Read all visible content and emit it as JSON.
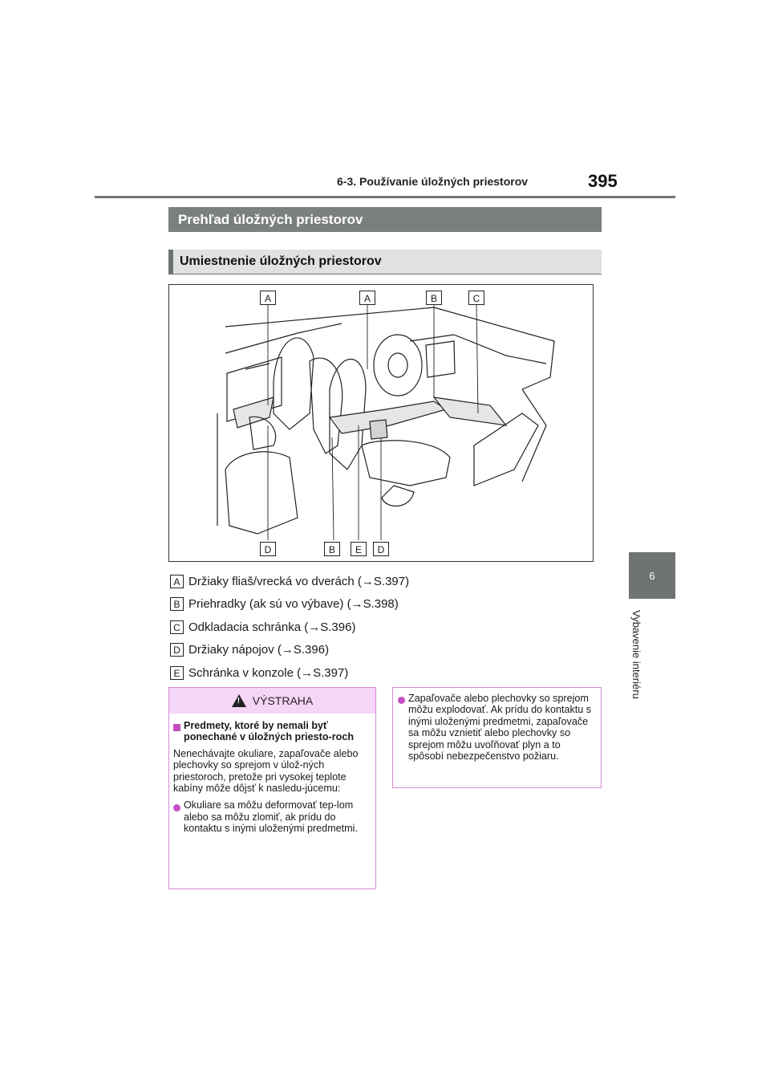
{
  "header": {
    "section": "6-3. Používanie úložných priestorov",
    "page_number": "395"
  },
  "side_tab": {
    "number": "6",
    "label": "Vybavenie interiéru"
  },
  "headings": {
    "main": "Prehľad úložných priestorov",
    "sub": "Umiestnenie úložných priestorov"
  },
  "figure": {
    "top_callouts": [
      "A",
      "A",
      "B",
      "C"
    ],
    "bottom_callouts": [
      "D",
      "B",
      "E",
      "D"
    ]
  },
  "legend": [
    {
      "key": "A",
      "text": "Držiaky fliaš/vrecká vo dverách (→S.397)"
    },
    {
      "key": "B",
      "text": "Priehradky (ak sú vo výbave) (→S.398)"
    },
    {
      "key": "C",
      "text": "Odkladacia schránka (→S.396)"
    },
    {
      "key": "D",
      "text": "Držiaky nápojov (→S.396)"
    },
    {
      "key": "E",
      "text": "Schránka v konzole (→S.397)"
    }
  ],
  "warning": {
    "title": "VÝSTRAHA",
    "subtitle": "Predmety, ktoré by nemali byť ponechané v úložných priesto-roch",
    "paragraph": "Nenechávajte okuliare, zapaľovače alebo plechovky so sprejom v úlož-ných priestoroch, pretože pri vysokej teplote kabíny môže dôjsť k nasledu-júcemu:",
    "bullet1": "Okuliare sa môžu deformovať tep-lom alebo sa môžu zlomiť, ak prídu do kontaktu s inými uloženými predmetmi.",
    "bullet2": "Zapaľovače alebo plechovky so sprejom môžu explodovať. Ak prídu do kontaktu s inými uloženými predmetmi, zapaľovače sa môžu vznietiť alebo plechovky so sprejom môžu uvoľňovať plyn a to spôsobí nebezpečenstvo požiaru."
  }
}
